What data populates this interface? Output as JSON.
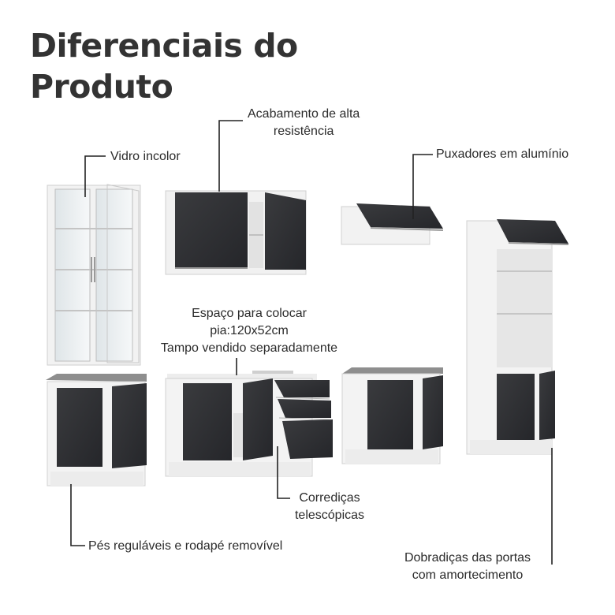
{
  "heading": {
    "line1": "Diferenciais do",
    "line2": "Produto"
  },
  "callouts": {
    "acabamento": [
      "Acabamento de alta",
      "resistência"
    ],
    "vidro": "Vidro incolor",
    "puxadores": "Puxadores em alumínio",
    "espaco": [
      "Espaço para colocar",
      "pia:120x52cm",
      "Tampo vendido separadamente"
    ],
    "corredicas": [
      "Corrediças",
      "telescópicas"
    ],
    "pes": "Pés reguláveis e rodapé removível",
    "dobradicas": [
      "Dobradiças das portas",
      "com amortecimento"
    ]
  },
  "colors": {
    "panel_black": "#2f3033",
    "cabinet_white": "#f4f4f4",
    "countertop_gray": "#8e8e8e",
    "line": "#222222"
  }
}
